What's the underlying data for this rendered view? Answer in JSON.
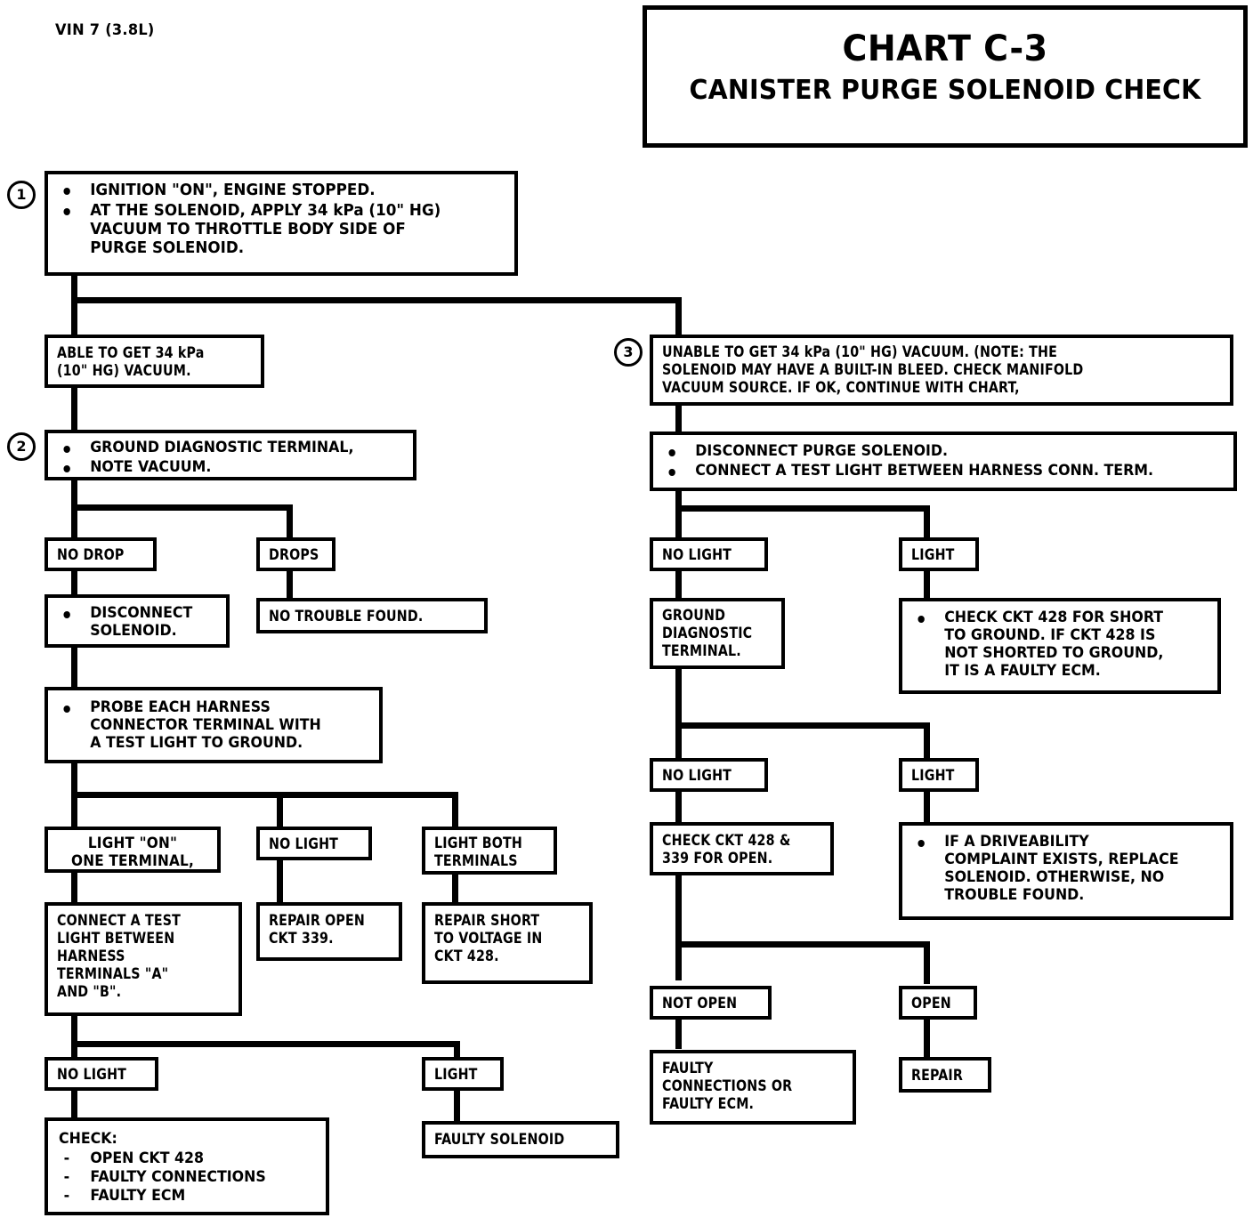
{
  "header": {
    "vin_label": "VIN 7 (3.8L)",
    "title_main": "CHART C-3",
    "title_sub": "CANISTER PURGE SOLENOID CHECK"
  },
  "steps": {
    "one": "1",
    "two": "2",
    "three": "3"
  },
  "nodes": {
    "step1_b1": "IGNITION \"ON\",  ENGINE STOPPED.",
    "step1_b2": "AT THE SOLENOID, APPLY 34 kPa (10\" HG)\nVACUUM TO THROTTLE BODY SIDE OF\nPURGE SOLENOID.",
    "able_vacuum": "ABLE TO GET  34 kPa\n(10\" HG) VACUUM.",
    "unable_vacuum": "UNABLE TO GET 34 kPa (10\" HG)  VACUUM. (NOTE:  THE\nSOLENOID MAY HAVE A BUILT-IN BLEED.  CHECK MANIFOLD\nVACUUM SOURCE.  IF OK, CONTINUE WITH CHART,",
    "step2_b1": "GROUND DIAGNOSTIC TERMINAL,",
    "step2_b2": "NOTE VACUUM.",
    "step3_b1": "DISCONNECT PURGE SOLENOID.",
    "step3_b2": "CONNECT  A TEST LIGHT BETWEEN HARNESS CONN. TERM.",
    "no_drop": "NO DROP",
    "drops": "DROPS",
    "no_trouble_found": "NO TROUBLE FOUND.",
    "disconnect_solenoid": "DISCONNECT\nSOLENOID.",
    "probe_harness": "PROBE EACH HARNESS\nCONNECTOR TERMINAL WITH\nA TEST LIGHT TO GROUND.",
    "light_on_one_terminal": "LIGHT \"ON\"\nONE TERMINAL,",
    "no_light_mid": "NO LIGHT",
    "light_both_terminals": "LIGHT BOTH\nTERMINALS",
    "connect_test_light": "CONNECT A TEST\nLIGHT BETWEEN\nHARNESS\nTERMINALS \"A\"\nAND \"B\".",
    "repair_open_339": "REPAIR OPEN\nCKT 339.",
    "repair_short_428": "REPAIR SHORT\nTO VOLTAGE IN\nCKT 428.",
    "no_light_bottom_left": "NO LIGHT",
    "light_bottom_left": "LIGHT",
    "check_header": "CHECK:",
    "check_items": [
      "OPEN CKT 428",
      "FAULTY CONNECTIONS",
      "FAULTY ECM"
    ],
    "faulty_solenoid": "FAULTY SOLENOID",
    "no_light_r1": "NO LIGHT",
    "light_r1": "LIGHT",
    "ground_diag_terminal": "GROUND\nDIAGNOSTIC\nTERMINAL.",
    "check_ckt_428_short": "CHECK CKT 428 FOR SHORT\nTO GROUND.  IF CKT 428 IS\nNOT SHORTED TO GROUND,\nIT IS A FAULTY ECM.",
    "no_light_r2": "NO LIGHT",
    "light_r2": "LIGHT",
    "check_428_339_open": "CHECK CKT 428 &\n339 FOR OPEN.",
    "driveability_complaint": "IF A DRIVEABILITY\nCOMPLAINT EXISTS, REPLACE\nSOLENOID.  OTHERWISE, NO\nTROUBLE FOUND.",
    "not_open": "NOT OPEN",
    "open": "OPEN",
    "faulty_connections_ecm": "FAULTY\nCONNECTIONS OR\nFAULTY ECM.",
    "repair": "REPAIR"
  },
  "colors": {
    "ink": "#000000",
    "paper": "#ffffff"
  }
}
